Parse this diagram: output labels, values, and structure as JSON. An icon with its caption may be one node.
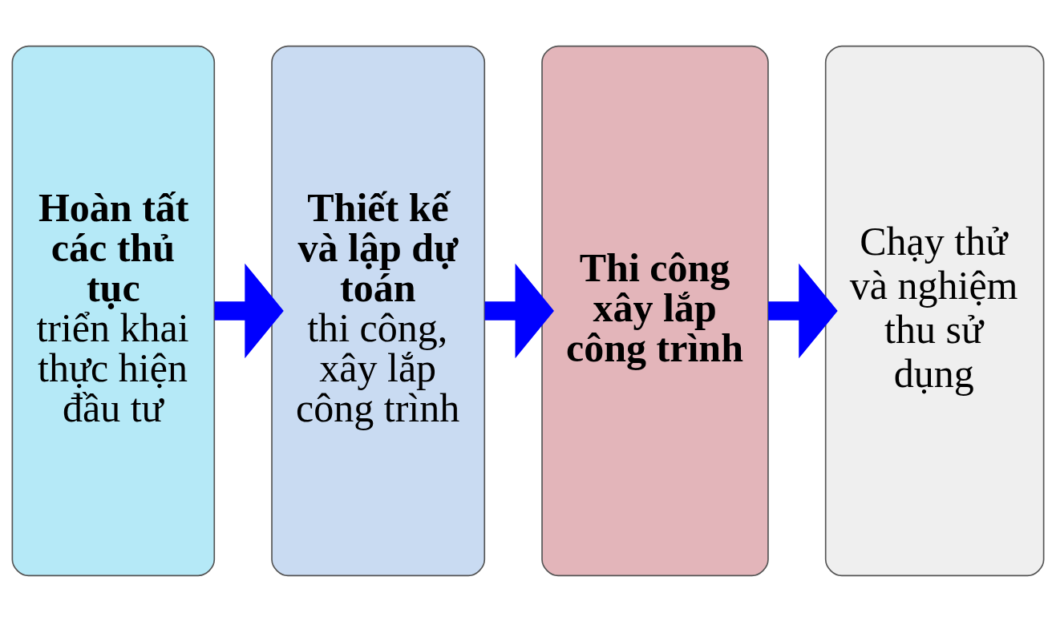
{
  "diagram": {
    "nodes": [
      {
        "text": [
          "Hoàn tất các thủ tục",
          "triển khai thực hiện đầu tư"
        ]
      },
      {
        "text": [
          "Thiết kế và lập dự toán",
          "thi công, xây lắp công trình"
        ]
      },
      {
        "text": [
          "Thi công xây lắp công trình"
        ]
      },
      {
        "text": [
          "Chạy thử và nghiệm thu sử dụng"
        ]
      }
    ],
    "edges": [
      {
        "from": 0,
        "to": 1,
        "arrow": "to"
      },
      {
        "from": 1,
        "to": 2,
        "arrow": "to"
      },
      {
        "from": 2,
        "to": 3,
        "arrow": "to"
      }
    ]
  }
}
